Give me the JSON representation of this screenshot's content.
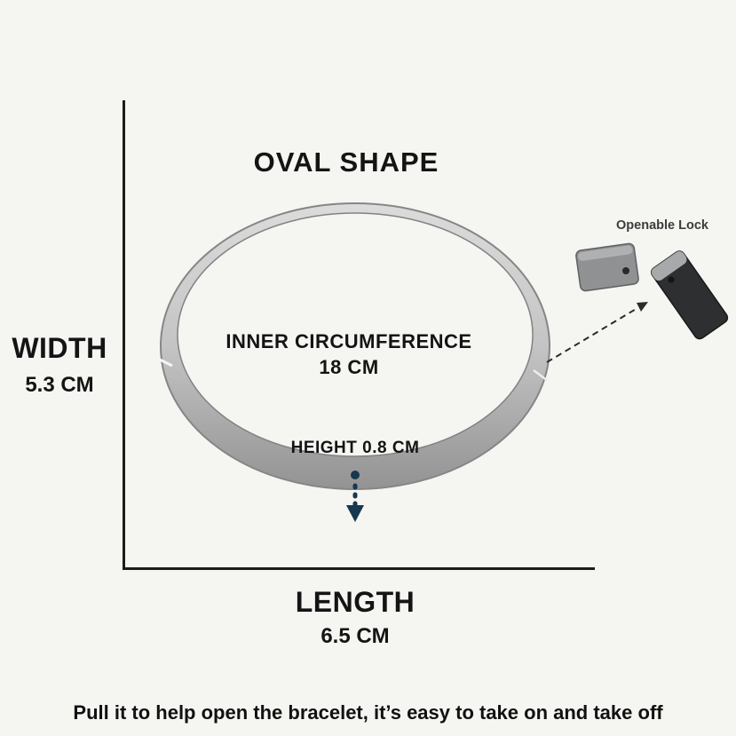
{
  "page": {
    "title": "OVAL SHAPE",
    "caption": "Pull it to help open the bracelet, it’s easy to take on and take off"
  },
  "measurements": {
    "width": {
      "label": "WIDTH",
      "value": "5.3 CM"
    },
    "length": {
      "label": "LENGTH",
      "value": "6.5 CM"
    },
    "inner_circumference": {
      "label": "INNER CIRCUMFERENCE",
      "value": "18 CM"
    },
    "height": {
      "label": "HEIGHT 0.8 CM"
    }
  },
  "lock": {
    "label": "Openable Lock"
  },
  "colors": {
    "background": "#f5f5f2",
    "text": "#141414",
    "axis": "#1c1c1c",
    "height_arrow": "#17374e",
    "pointer_arrow": "#2b2b2b",
    "bracelet_silver": "#c4c4c4",
    "lock_gray": "#8f9193",
    "lock_dark": "#2d2f31"
  }
}
